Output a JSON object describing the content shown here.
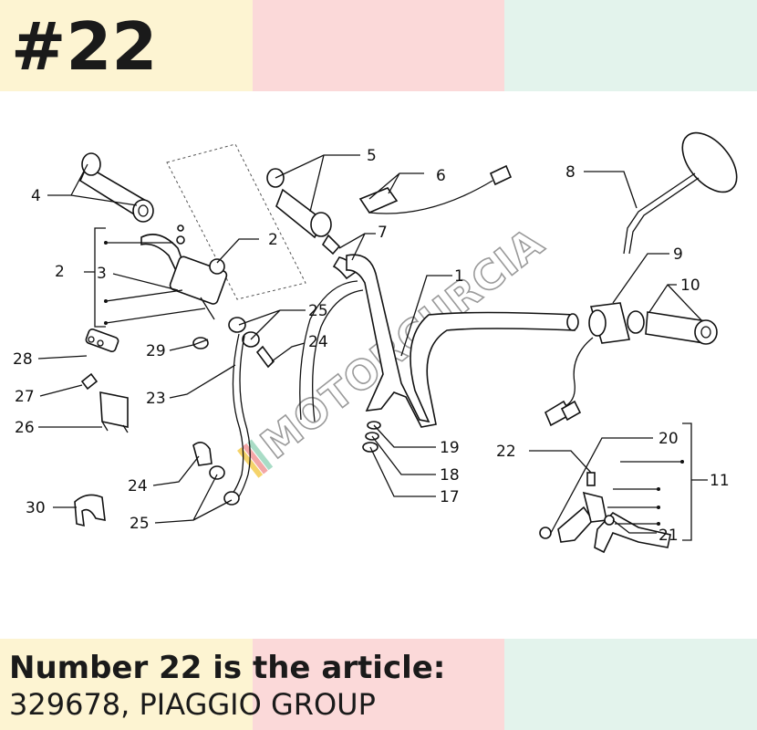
{
  "header": {
    "title": "#22"
  },
  "colors": {
    "yellow": "#fdf4d2",
    "pink": "#fbd9d9",
    "mint": "#e3f3ec"
  },
  "watermark": {
    "text": "MOTORCURCIA"
  },
  "callouts": [
    "4",
    "2",
    "3",
    "28",
    "29",
    "27",
    "26",
    "30",
    "5",
    "6",
    "7",
    "2",
    "25",
    "24",
    "23",
    "24",
    "25",
    "1",
    "19",
    "18",
    "17",
    "8",
    "9",
    "10",
    "20",
    "22",
    "11",
    "21"
  ],
  "footer": {
    "line1": "Number 22 is the article:",
    "line2": "329678, PIAGGIO GROUP"
  }
}
